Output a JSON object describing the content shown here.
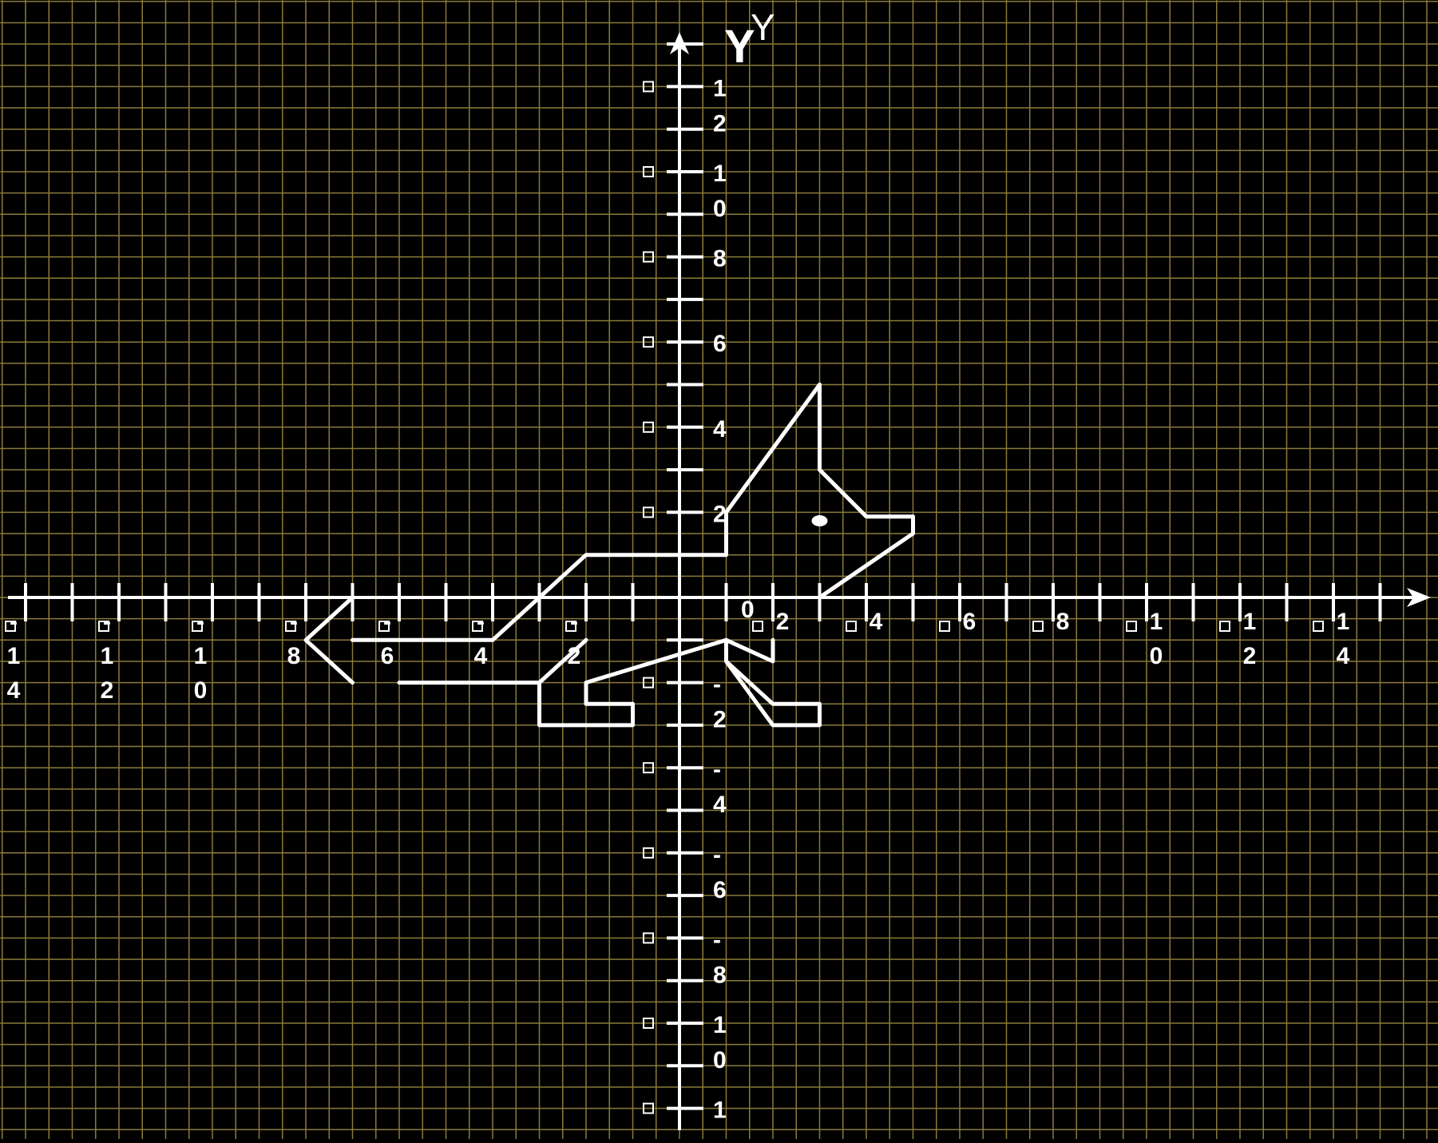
{
  "colors": {
    "background": "#000000",
    "grid": "#8a7a3a",
    "ink": "#ffffff"
  },
  "axes": {
    "y_title": "Y",
    "y_title_thin": "Y",
    "x_ticks_main": [
      {
        "x": -14,
        "lines": [
          "-",
          "1",
          "4"
        ]
      },
      {
        "x": -12,
        "lines": [
          "-",
          "1",
          "2"
        ]
      },
      {
        "x": -10,
        "lines": [
          "-",
          "1",
          "0"
        ]
      },
      {
        "x": -8,
        "lines": [
          "-",
          "8"
        ]
      },
      {
        "x": -6,
        "lines": [
          "-",
          "6"
        ]
      },
      {
        "x": -4,
        "lines": [
          "-",
          "4"
        ]
      },
      {
        "x": -2,
        "lines": [
          "-",
          "2"
        ]
      },
      {
        "x": 2,
        "lines": [
          "2"
        ]
      },
      {
        "x": 4,
        "lines": [
          "4"
        ]
      },
      {
        "x": 6,
        "lines": [
          "6"
        ]
      },
      {
        "x": 8,
        "lines": [
          "8"
        ]
      },
      {
        "x": 10,
        "lines": [
          "1",
          "0"
        ]
      },
      {
        "x": 12,
        "lines": [
          "1",
          "2"
        ]
      },
      {
        "x": 14,
        "lines": [
          "1",
          "4"
        ]
      }
    ],
    "origin_label": "0",
    "y_ticks_main": [
      {
        "y": 12,
        "lines": [
          "1",
          "2"
        ]
      },
      {
        "y": 10,
        "lines": [
          "1",
          "0"
        ]
      },
      {
        "y": 8,
        "lines": [
          "8"
        ]
      },
      {
        "y": 6,
        "lines": [
          "6"
        ]
      },
      {
        "y": 4,
        "lines": [
          "4"
        ]
      },
      {
        "y": 2,
        "lines": [
          "2"
        ]
      },
      {
        "y": -2,
        "lines": [
          "-",
          "2"
        ]
      },
      {
        "y": -4,
        "lines": [
          "-",
          "4"
        ]
      },
      {
        "y": -6,
        "lines": [
          "-",
          "6"
        ]
      },
      {
        "y": -8,
        "lines": [
          "-",
          "8"
        ]
      },
      {
        "y": -10,
        "lines": [
          "1",
          "0"
        ]
      },
      {
        "y": -12,
        "lines": [
          "1"
        ]
      }
    ]
  },
  "figure": {
    "polylines": [
      [
        [
          3,
          5
        ],
        [
          1,
          2
        ]
      ],
      [
        [
          3,
          5
        ],
        [
          3,
          3
        ],
        [
          4,
          1.9
        ],
        [
          5,
          1.9
        ],
        [
          5,
          1.5
        ],
        [
          3,
          0
        ]
      ],
      [
        [
          1,
          2
        ],
        [
          1,
          1
        ],
        [
          -2,
          1
        ],
        [
          -3,
          0
        ],
        [
          -4,
          -1
        ]
      ],
      [
        [
          -4,
          -1
        ],
        [
          -7,
          -1
        ]
      ],
      [
        [
          -7,
          0
        ],
        [
          -8,
          -1
        ],
        [
          -7,
          -2
        ]
      ],
      [
        [
          -6,
          -2
        ],
        [
          -3,
          -2
        ]
      ],
      [
        [
          1,
          -1
        ],
        [
          -2,
          -2
        ],
        [
          -2,
          -2.5
        ],
        [
          -1,
          -2.5
        ],
        [
          -1,
          -3
        ],
        [
          -3,
          -3
        ],
        [
          -3,
          -2
        ],
        [
          -2,
          -1
        ]
      ],
      [
        [
          1,
          -1
        ],
        [
          1,
          -1.5
        ],
        [
          2,
          -2.5
        ],
        [
          3,
          -2.5
        ],
        [
          3,
          -3
        ],
        [
          2,
          -3
        ],
        [
          1,
          -1.5
        ]
      ],
      [
        [
          1,
          -1
        ],
        [
          2,
          -1.5
        ],
        [
          2,
          -1
        ]
      ]
    ],
    "eye": [
      3,
      1.8
    ]
  }
}
